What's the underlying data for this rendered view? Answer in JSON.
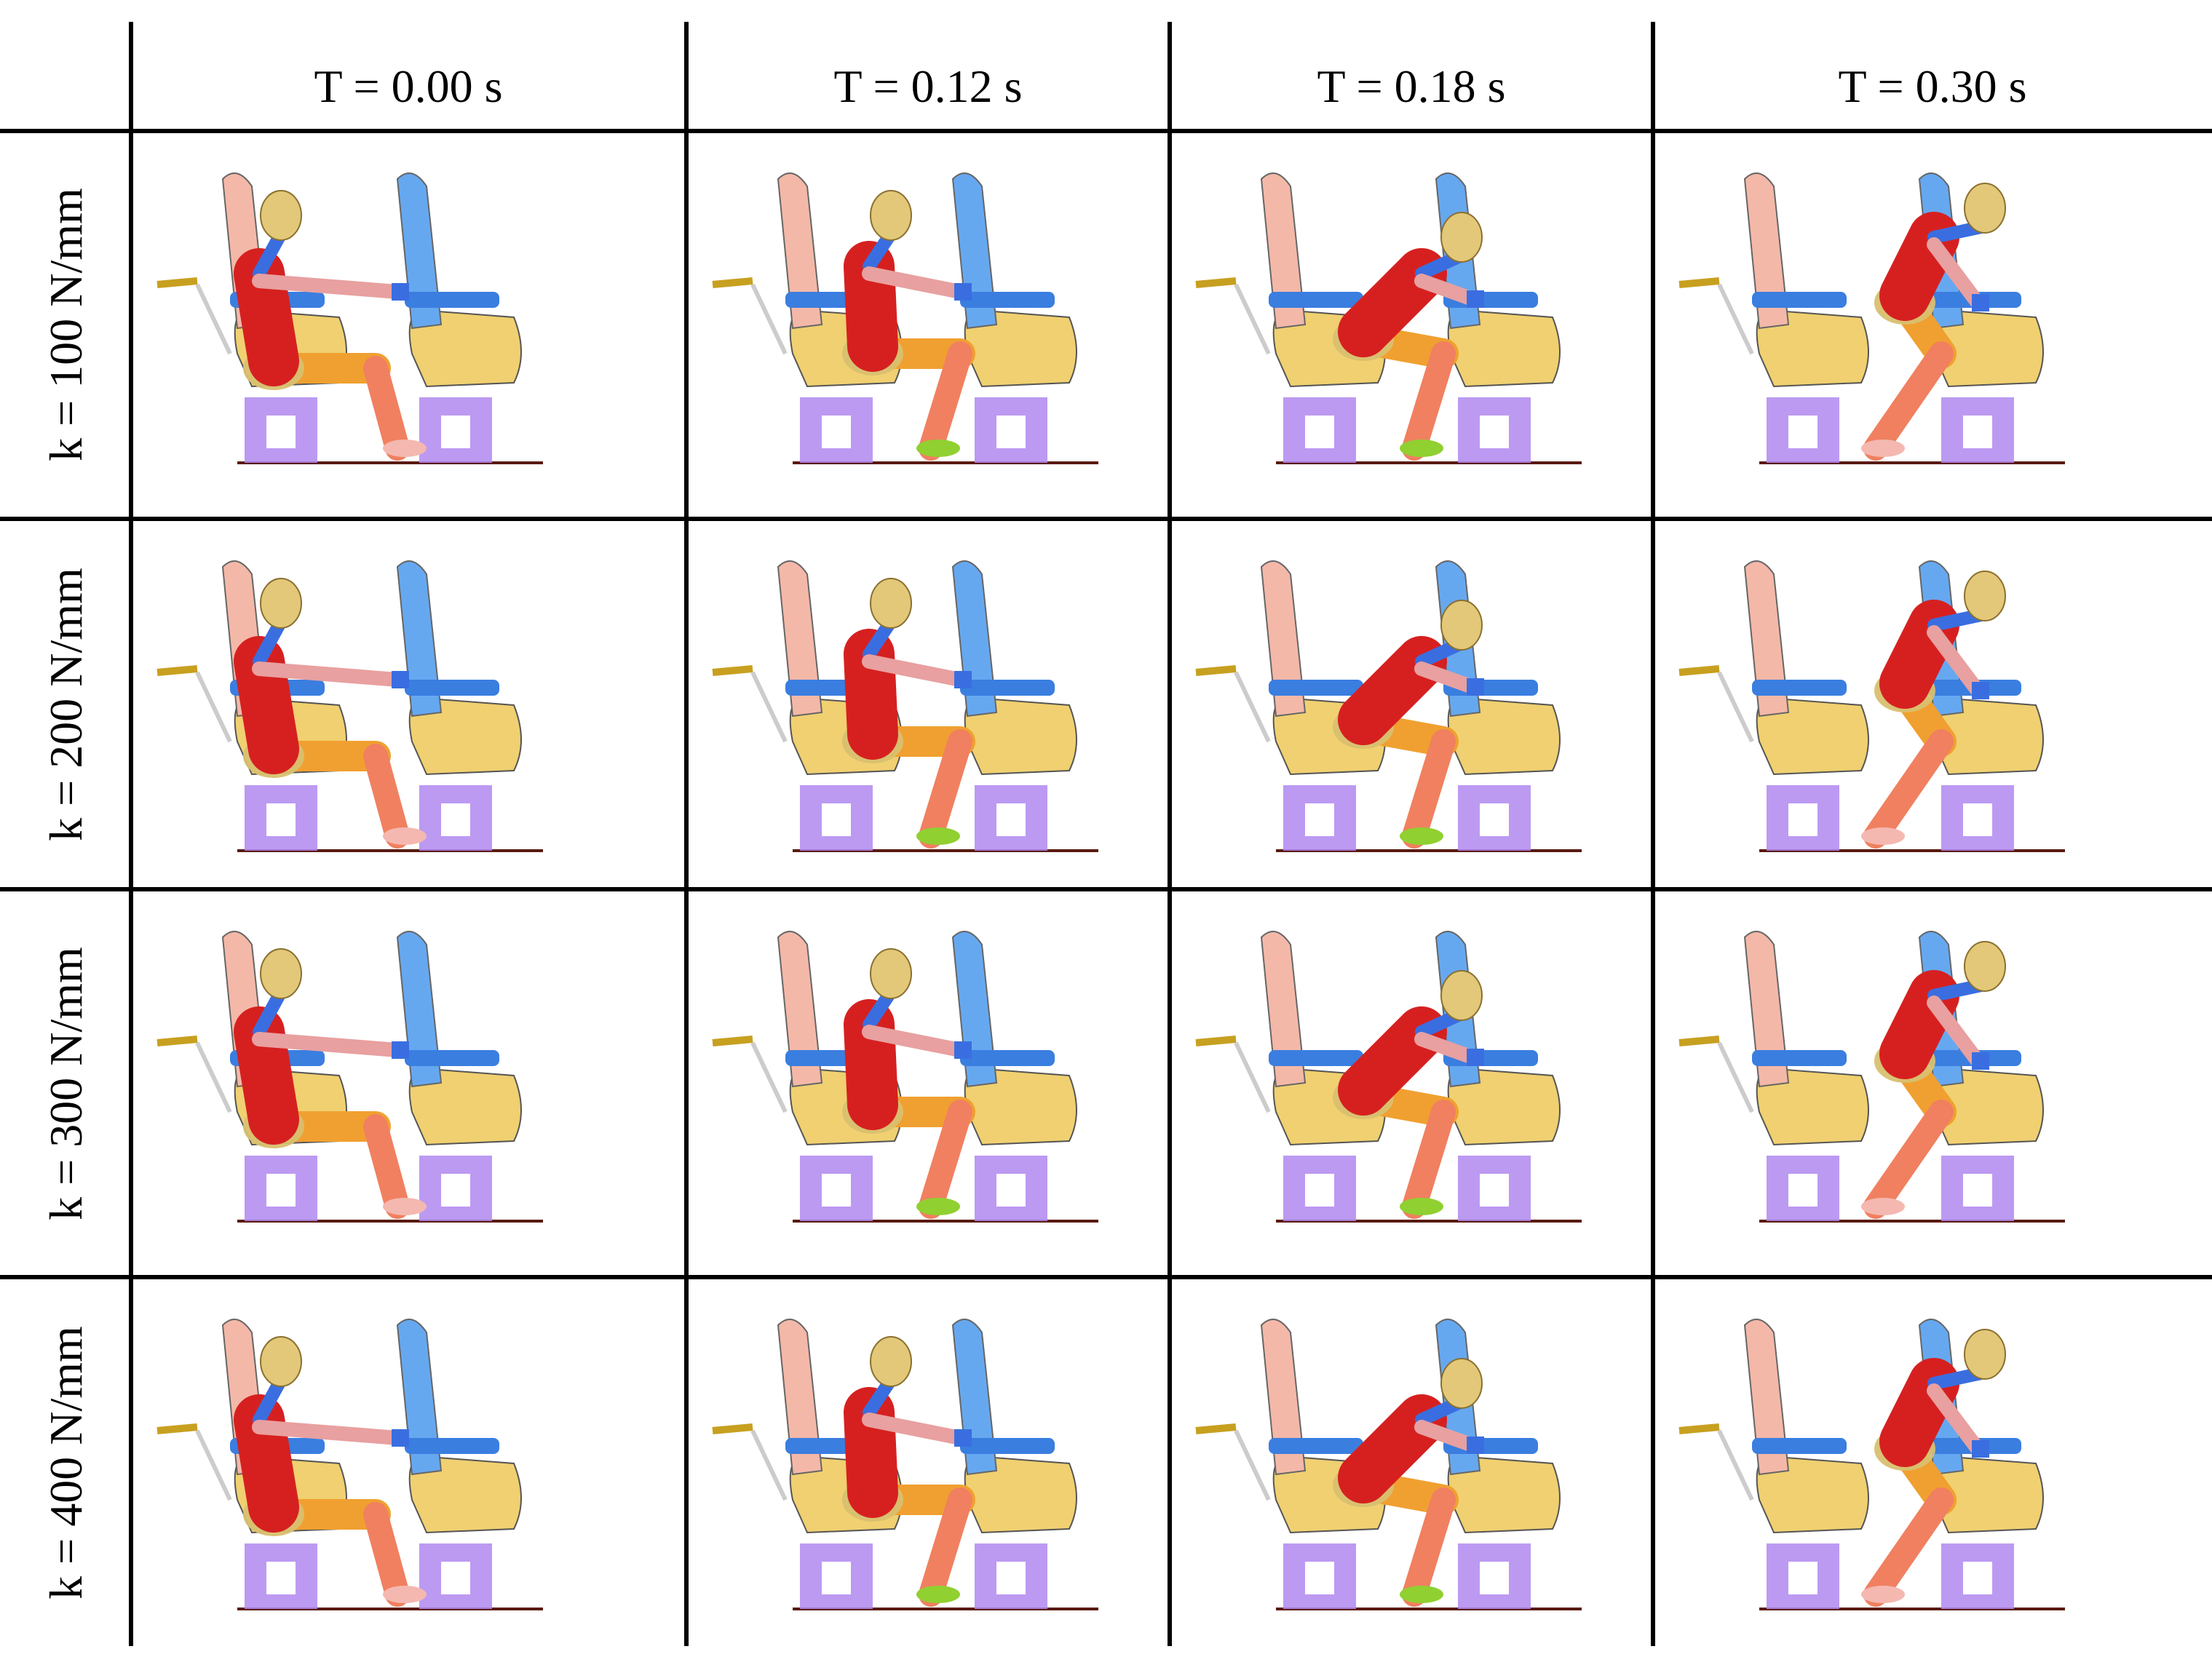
{
  "columns": [
    {
      "label": "T = 0.00 s",
      "t": 0.0
    },
    {
      "label": "T = 0.12 s",
      "t": 0.12
    },
    {
      "label": "T = 0.18 s",
      "t": 0.18
    },
    {
      "label": "T = 0.30 s",
      "t": 0.3
    }
  ],
  "rows": [
    {
      "label": "k = 100 N/mm"
    },
    {
      "label": "k = 200 N/mm"
    },
    {
      "label": "k = 300 N/mm"
    },
    {
      "label": "k = 400 N/mm"
    }
  ],
  "colors": {
    "seat_back_rear": "#f4b8a8",
    "seat_back_front": "#66a8f0",
    "seat_cushion": "#f0d070",
    "seat_base": "#b088f0",
    "armrest": "#3a7ee0",
    "pedestal": "#f7c6c6",
    "torso": "#d62020",
    "head": "#e2c878",
    "neck": "#3a6ee0",
    "pelvis": "#d8c070",
    "thigh": "#f0a030",
    "leg": "#f08060",
    "foot_green": "#90d030",
    "floor": "#5a1a10"
  }
}
